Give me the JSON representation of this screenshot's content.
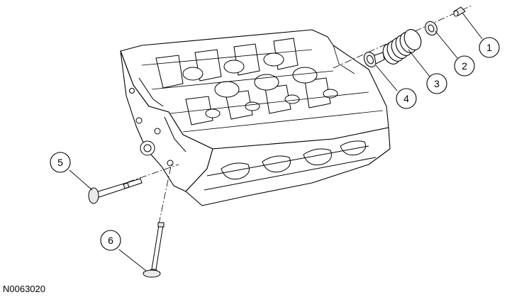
{
  "figure_id": "N0063020",
  "callouts": [
    {
      "number": "1"
    },
    {
      "number": "2"
    },
    {
      "number": "3"
    },
    {
      "number": "4"
    },
    {
      "number": "5"
    },
    {
      "number": "6"
    }
  ],
  "colors": {
    "line": "#000000",
    "paper": "#ffffff",
    "part_shade": "#e9e9e9"
  }
}
